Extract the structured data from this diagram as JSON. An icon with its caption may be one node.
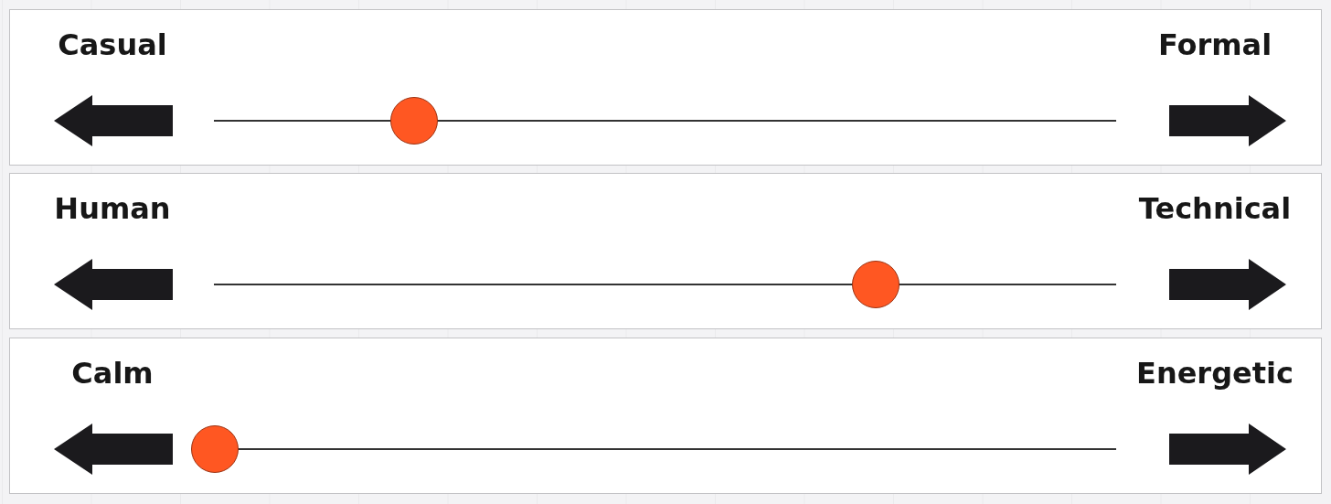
{
  "diagram": {
    "nodes": [
      {
        "text": [
          "Casual",
          "Formal"
        ]
      },
      {
        "text": [],
        "shape": "circle",
        "in": 0
      },
      {
        "text": [
          "Human",
          "Technical"
        ]
      },
      {
        "text": [],
        "shape": "circle",
        "in": 2
      },
      {
        "text": [
          "Calm",
          "Energetic"
        ]
      },
      {
        "text": [],
        "shape": "circle",
        "in": 4
      }
    ]
  }
}
